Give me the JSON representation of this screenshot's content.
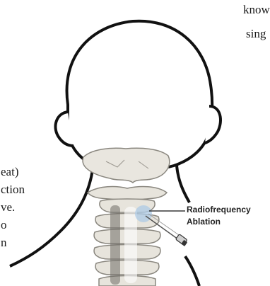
{
  "clipped_text_fragments": [
    "know",
    "sing",
    "eat)",
    "ction",
    "ve.",
    "o",
    "n"
  ],
  "callout": {
    "line1": "Radiofrequency",
    "line2": "Ablation"
  },
  "colors": {
    "outline": "#111111",
    "bone": "#e7e4dc",
    "bone_shadow": "#8a877f",
    "probe_glow": "#aecbe6",
    "text": "#1a1a1a"
  }
}
